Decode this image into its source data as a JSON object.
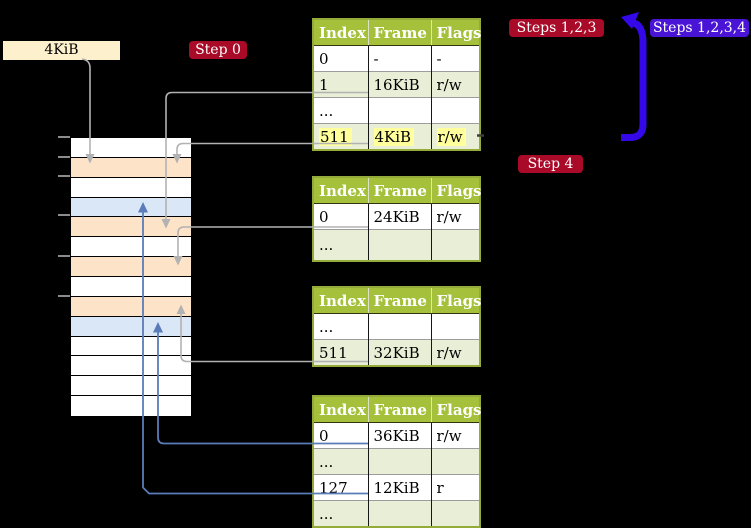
{
  "colors": {
    "background": "#000000",
    "free_frame": "#ffffff",
    "page_table_frame": "#fde3c8",
    "mapped_frame": "#dae7f7",
    "label_box": "#fdf0cc",
    "table_header_green": "#a5c13c",
    "table_alt_row_green": "#e9efd6",
    "table_border_green": "#95ab39",
    "highlight_yellow": "#ffff9c",
    "badge_red": "#a80a28",
    "badge_blue": "#4a14d6",
    "arrow_gray": "#b2b2b2",
    "arrow_steel_blue": "#5b7cb8",
    "big_arrow_indigo": "#3408e8"
  },
  "memory": {
    "label": "4KiB",
    "rows": [
      {
        "type": "free"
      },
      {
        "type": "pagetable"
      },
      {
        "type": "free"
      },
      {
        "type": "mapped"
      },
      {
        "type": "pagetable"
      },
      {
        "type": "free"
      },
      {
        "type": "pagetable"
      },
      {
        "type": "free"
      },
      {
        "type": "pagetable"
      },
      {
        "type": "mapped"
      },
      {
        "type": "free"
      },
      {
        "type": "free"
      },
      {
        "type": "free"
      },
      {
        "type": "free"
      }
    ]
  },
  "badges": {
    "step0": "Step 0",
    "steps123": "Steps 1,2,3",
    "steps1234": "Steps 1,2,3,4",
    "step4": "Step 4"
  },
  "table_headers": [
    "Index",
    "Frame",
    "Flags"
  ],
  "tables": [
    {
      "rows": [
        {
          "index": "0",
          "frame": "-",
          "flags": "-"
        },
        {
          "index": "1",
          "frame": "16KiB",
          "flags": "r/w"
        },
        {
          "index": "...",
          "frame": "",
          "flags": ""
        },
        {
          "index": "511",
          "frame": "4KiB",
          "flags": "r/w"
        }
      ]
    },
    {
      "rows": [
        {
          "index": "0",
          "frame": "24KiB",
          "flags": "r/w"
        },
        {
          "index": "...",
          "frame": "",
          "flags": ""
        }
      ]
    },
    {
      "rows": [
        {
          "index": "...",
          "frame": "",
          "flags": ""
        },
        {
          "index": "511",
          "frame": "32KiB",
          "flags": "r/w"
        }
      ]
    },
    {
      "rows": [
        {
          "index": "0",
          "frame": "36KiB",
          "flags": "r/w"
        },
        {
          "index": "...",
          "frame": "",
          "flags": ""
        },
        {
          "index": "127",
          "frame": "12KiB",
          "flags": "r"
        },
        {
          "index": "...",
          "frame": "",
          "flags": ""
        }
      ]
    }
  ]
}
